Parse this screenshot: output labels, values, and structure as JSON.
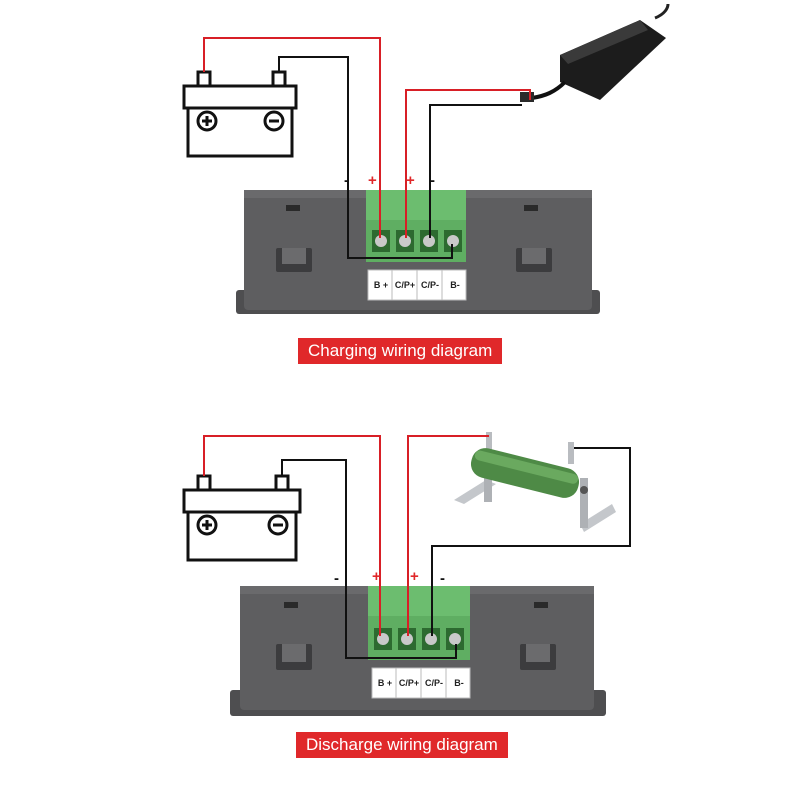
{
  "panels": [
    {
      "caption": "Charging wiring diagram",
      "terminals": [
        "B +",
        "C/P+",
        "C/P-",
        "B-"
      ],
      "signs": [
        "-",
        "+",
        "+",
        "-"
      ],
      "source": "power-adapter"
    },
    {
      "caption": "Discharge wiring diagram",
      "terminals": [
        "B +",
        "C/P+",
        "C/P-",
        "B-"
      ],
      "signs": [
        "-",
        "+",
        "+",
        "-"
      ],
      "source": "load-resistor"
    }
  ],
  "colors": {
    "wire_positive": "#d81f26",
    "wire_negative": "#111111",
    "terminal_block": "#5fae62",
    "module_body": "#5e5e60",
    "caption_bg": "#e0282a"
  }
}
